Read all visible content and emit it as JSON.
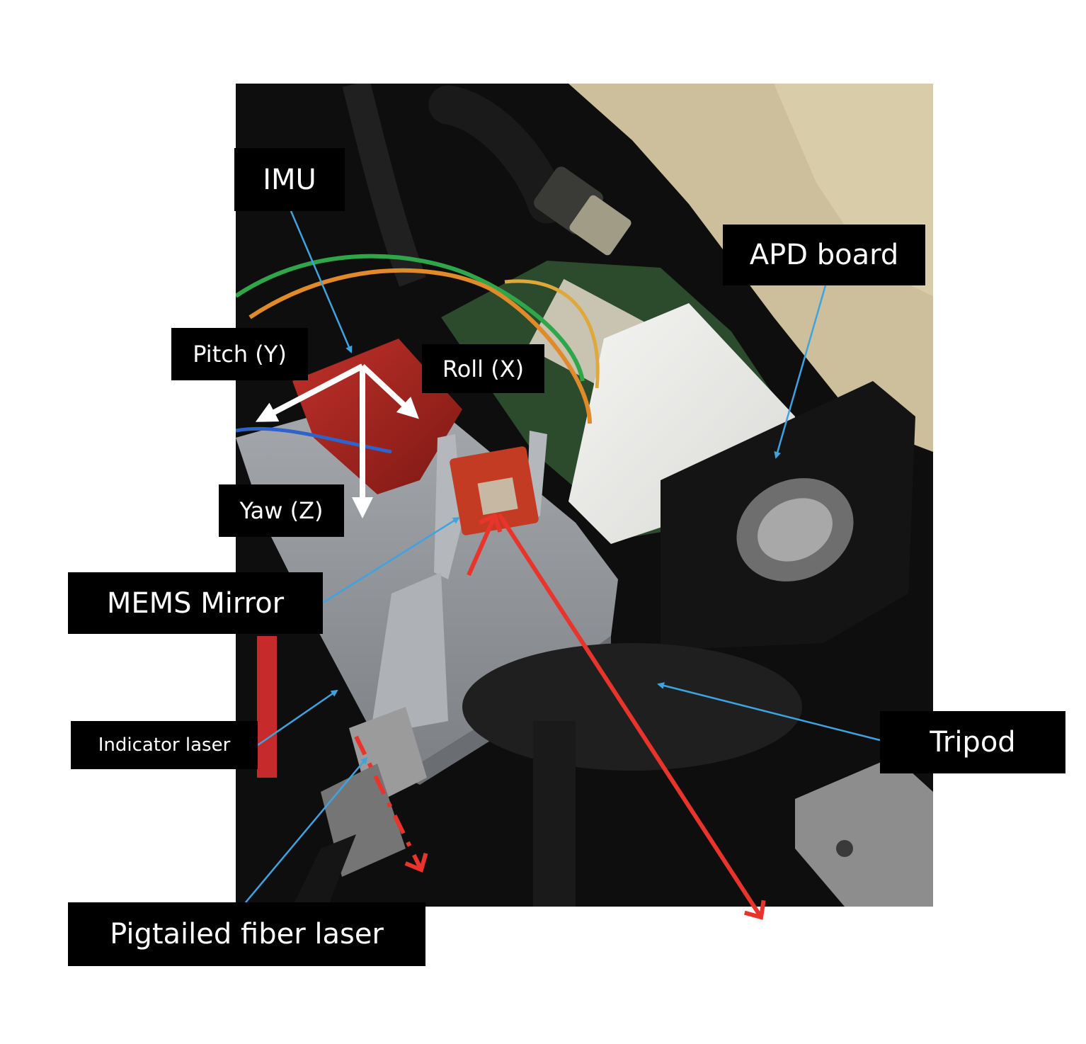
{
  "labels": {
    "imu": "IMU",
    "apd_board": "APD board",
    "pitch": "Pitch (Y)",
    "roll": "Roll (X)",
    "yaw": "Yaw (Z)",
    "mems_mirror": "MEMS Mirror",
    "tripod": "Tripod",
    "indicator_laser": "Indicator laser",
    "fiber_laser": "Pigtailed fiber laser"
  },
  "colors": {
    "leader_line": "#3fa3e0",
    "beam": "#e8342a",
    "axis_arrow": "#ffffff",
    "label_bg": "#000000",
    "label_text": "#ffffff"
  }
}
